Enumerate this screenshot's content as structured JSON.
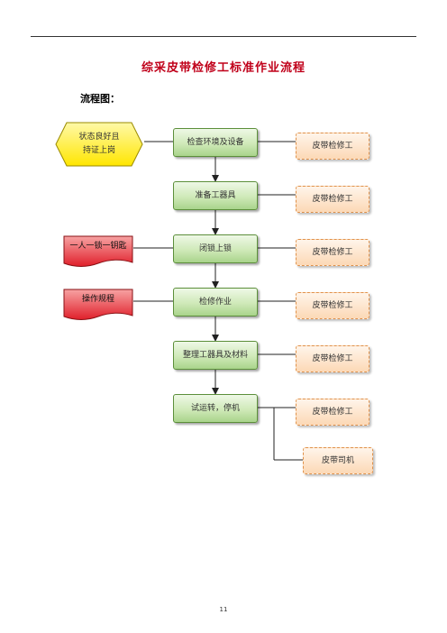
{
  "page": {
    "title": "综采皮带检修工标准作业流程",
    "subtitle": "流程图：",
    "page_number": "11"
  },
  "precondition": {
    "line1": "状态良好且",
    "line2": "持证上岗"
  },
  "steps": [
    {
      "label": "检查环境及设备",
      "role": "皮带检修工"
    },
    {
      "label": "准备工器具",
      "role": "皮带检修工"
    },
    {
      "label": "闭锁上锁",
      "role": "皮带检修工"
    },
    {
      "label": "检修作业",
      "role": "皮带检修工"
    },
    {
      "label": "整理工器具及材料",
      "role": "皮带检修工"
    },
    {
      "label": "试运转，停机",
      "role": "皮带检修工"
    }
  ],
  "extra_role": "皮带司机",
  "documents": [
    "一人一锁一钥匙",
    "操作规程"
  ],
  "colors": {
    "title": "#c0001a",
    "step_fill": "#cfe9b8",
    "role_fill": "#fcd9b6",
    "hexagon_fill": "#ffee00",
    "document_fill": "#e8323c"
  }
}
